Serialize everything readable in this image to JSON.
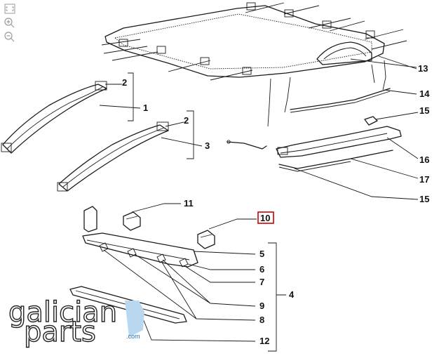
{
  "toolbar": {
    "buttons": [
      {
        "name": "fullscreen-icon"
      },
      {
        "name": "zoom-in-icon"
      },
      {
        "name": "zoom-out-icon"
      }
    ]
  },
  "diagram": {
    "callouts": {
      "c1": "1",
      "c2a": "2",
      "c2b": "2",
      "c3": "3",
      "c4": "4",
      "c5": "5",
      "c6": "6",
      "c7": "7",
      "c8": "8",
      "c9": "9",
      "c10": "10",
      "c11": "11",
      "c12": "12",
      "c13": "13",
      "c14": "14",
      "c15a": "15",
      "c15b": "15",
      "c16": "16",
      "c17": "17"
    },
    "highlighted": "10"
  },
  "watermark": {
    "line1": "galician",
    "line2": "parts",
    "domain": ".com",
    "accent_color": "#b9d7ef"
  },
  "colors": {
    "line": "#1a1a1a",
    "highlight": "#cc0000"
  }
}
